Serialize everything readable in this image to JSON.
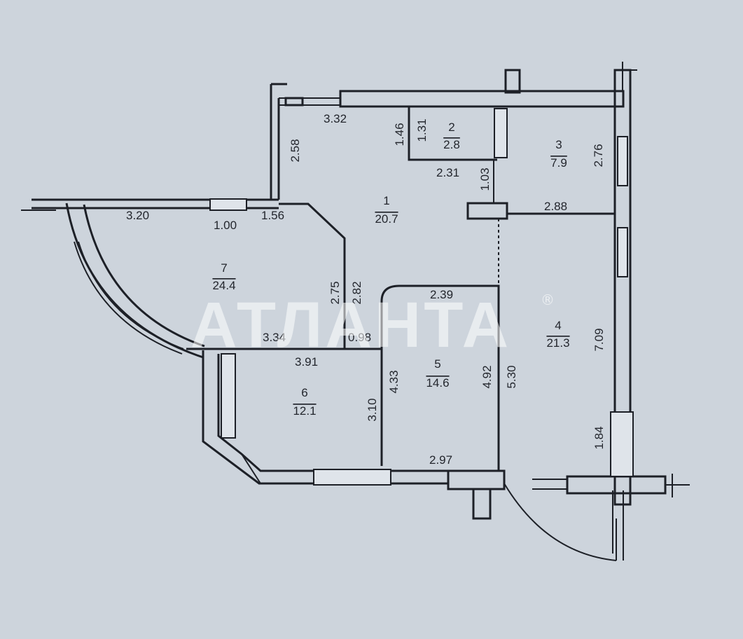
{
  "rooms": [
    {
      "number": "1",
      "area": "20.7"
    },
    {
      "number": "2",
      "area": "2.8"
    },
    {
      "number": "3",
      "area": "7.9"
    },
    {
      "number": "4",
      "area": "21.3"
    },
    {
      "number": "5",
      "area": "14.6"
    },
    {
      "number": "6",
      "area": "12.1"
    },
    {
      "number": "7",
      "area": "24.4"
    }
  ],
  "dimensions": [
    "3.32",
    "2.58",
    "1.46",
    "1.31",
    "2.31",
    "1.03",
    "2.76",
    "2.88",
    "3.20",
    "1.00",
    "1.56",
    "2.75",
    "2.82",
    "2.39",
    "3.34",
    "0.98",
    "3.91",
    "4.33",
    "4.92",
    "5.30",
    "7.09",
    "3.10",
    "2.97",
    "1.84"
  ],
  "watermark": {
    "text": "АТЛАНТА",
    "mark": "®"
  },
  "colors": {
    "paper": "#cdd4dc",
    "ink": "#1d2027"
  }
}
